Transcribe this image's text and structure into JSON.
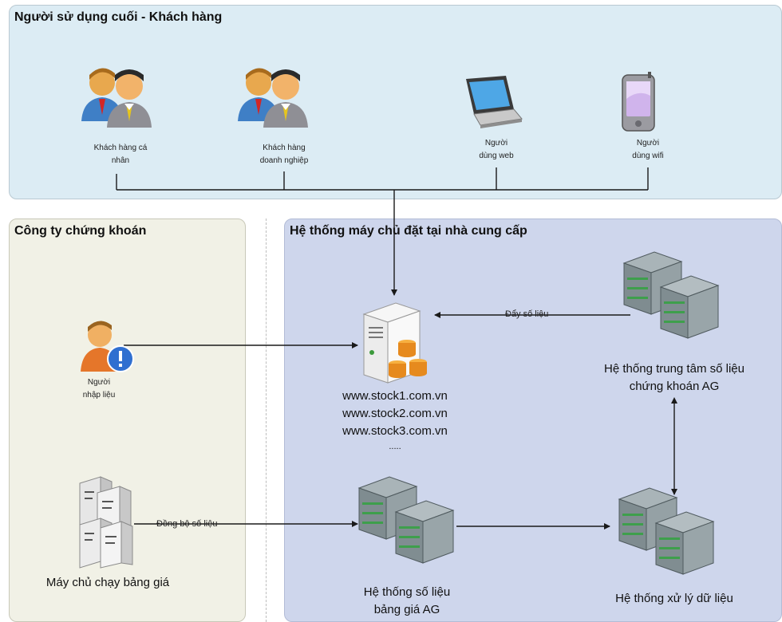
{
  "panels": {
    "users": {
      "title": "Người sử dụng cuối - Khách hàng"
    },
    "company": {
      "title": "Công ty chứng khoán"
    },
    "provider": {
      "title": "Hệ thống máy chủ đặt tại nhà cung cấp"
    }
  },
  "users": {
    "individual": {
      "line1": "Khách hàng cá",
      "line2": "nhân",
      "icon": "people-icon"
    },
    "business": {
      "line1": "Khách hàng",
      "line2": "doanh nghiệp",
      "icon": "people-icon"
    },
    "web": {
      "line1": "Người",
      "line2": "dùng web",
      "icon": "laptop-icon"
    },
    "wifi": {
      "line1": "Người",
      "line2": "dùng wifi",
      "icon": "mobile-phone-icon"
    }
  },
  "company": {
    "data_entry": {
      "line1": "Người",
      "line2": "nhập liệu",
      "icon": "user-alert-icon"
    },
    "price_server": {
      "label": "Máy chủ chạy bảng giá",
      "icon": "server-icon"
    }
  },
  "provider": {
    "web_server": {
      "sites": [
        "www.stock1.com.vn",
        "www.stock2.com.vn",
        "www.stock3.com.vn",
        "....."
      ],
      "icon": "web-server-icon"
    },
    "data_center": {
      "line1": "Hệ thống trung tâm số liệu",
      "line2": "chứng khoán AG",
      "icon": "server-rack-icon"
    },
    "price_board": {
      "line1": "Hệ thống số liệu",
      "line2": "bảng giá AG",
      "icon": "server-rack-icon"
    },
    "processing": {
      "label": "Hệ thống xử lý dữ liệu",
      "icon": "server-rack-icon"
    }
  },
  "connections": {
    "push_data": "Đẩy số liệu",
    "sync_data": "Đồng bộ số liệu"
  }
}
